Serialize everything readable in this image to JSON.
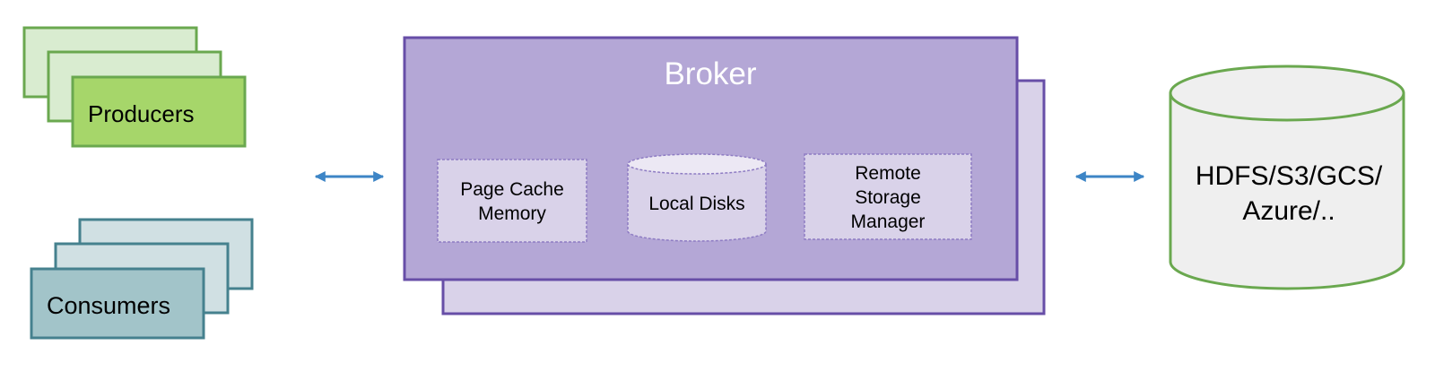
{
  "producers": {
    "label": "Producers",
    "colors": {
      "fill": "#a6d66a",
      "fill_back": "#d9ecd0",
      "stroke": "#6aa84f"
    }
  },
  "consumers": {
    "label": "Consumers",
    "colors": {
      "fill": "#a2c4c9",
      "fill_back": "#d0e0e3",
      "stroke": "#45818e"
    }
  },
  "broker": {
    "title": "Broker",
    "colors": {
      "fill": "#b4a7d6",
      "fill_back": "#d9d2e9",
      "stroke": "#674ea7"
    },
    "components": {
      "page_cache": {
        "line1": "Page Cache",
        "line2": "Memory"
      },
      "local_disks": {
        "label": "Local Disks"
      },
      "remote_storage": {
        "line1": "Remote",
        "line2": "Storage",
        "line3": "Manager"
      }
    }
  },
  "remote_store": {
    "line1": "HDFS/S3/GCS/",
    "line2": "Azure/..",
    "colors": {
      "fill": "#efefef",
      "stroke": "#6aa84f"
    }
  },
  "arrow_color": "#3d85c6"
}
